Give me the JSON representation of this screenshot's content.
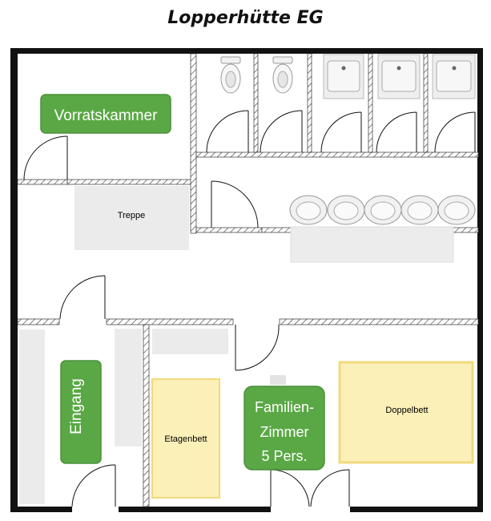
{
  "title": "Lopperhütte EG",
  "rooms": {
    "vorratskammer": "Vorratskammer",
    "treppe": "Treppe",
    "eingang": "Eingang",
    "familienzimmer": [
      "Familien-",
      "Zimmer",
      "5 Pers."
    ],
    "etagenbett": "Etagenbett",
    "doppelbett": "Doppelbett"
  },
  "colors": {
    "label_bg": "#5aa845",
    "label_border": "#4a8f38",
    "bed_fill": "#fbf0b8",
    "bed_border": "#f2d97d",
    "wall": "#111111",
    "fixture": "#e8e8e8"
  }
}
